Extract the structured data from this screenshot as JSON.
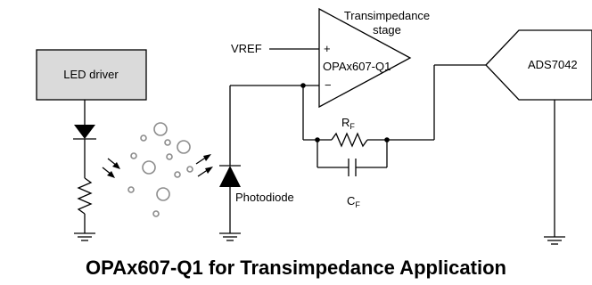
{
  "components": {
    "led_driver": "LED driver",
    "opamp_name": "OPAx607-Q1",
    "opamp_plus": "+",
    "opamp_minus": "−",
    "stage_line1": "Transimpedance",
    "stage_line2": "stage",
    "vref": "VREF",
    "adc": "ADS7042",
    "photodiode": "Photodiode",
    "rf_main": "R",
    "rf_sub": "F",
    "cf_main": "C",
    "cf_sub": "F"
  },
  "caption": "OPAx607-Q1 for Transimpedance Application"
}
